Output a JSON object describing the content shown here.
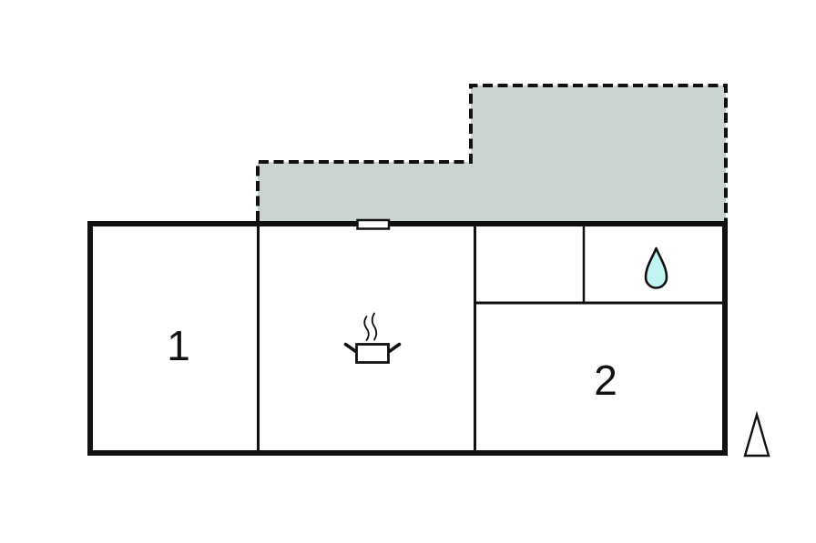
{
  "floorplan": {
    "rooms": [
      {
        "label": "1"
      },
      {
        "label": "2"
      }
    ],
    "icons": [
      {
        "name": "terrace-dashed-area"
      },
      {
        "name": "window-marker"
      },
      {
        "name": "cooking-pot-icon"
      },
      {
        "name": "steam-icon"
      },
      {
        "name": "water-drop-icon"
      },
      {
        "name": "north-arrow-icon"
      }
    ],
    "colors": {
      "background": "#ffffff",
      "room_fill": "#ffffff",
      "wall": "#111111",
      "terrace_fill": "#c9d4d3",
      "terrace_border": "#111111",
      "water_drop_fill": "#c2f4f3",
      "label_text": "#111111"
    }
  }
}
